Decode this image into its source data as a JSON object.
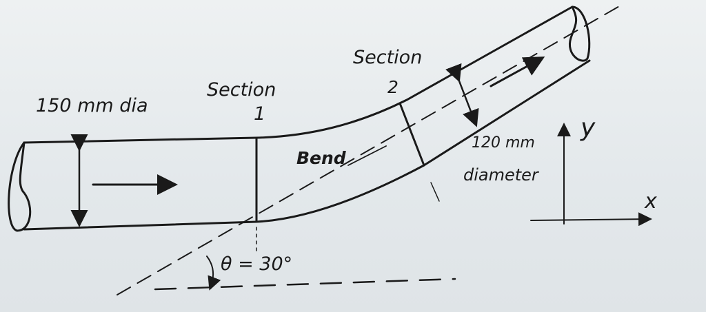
{
  "labels": {
    "inlet_diameter": "150 mm dia",
    "section1_word": "Section",
    "section1_num": "1",
    "section2_word": "Section",
    "section2_num": "2",
    "bend": "Bend",
    "outlet_diameter_value": "120 mm",
    "outlet_diameter_word": "diameter",
    "angle": "θ = 30°",
    "axis_y": "y",
    "axis_x": "x"
  },
  "colors": {
    "ink": "#1a1a1a",
    "background": "#e4e9ec"
  }
}
